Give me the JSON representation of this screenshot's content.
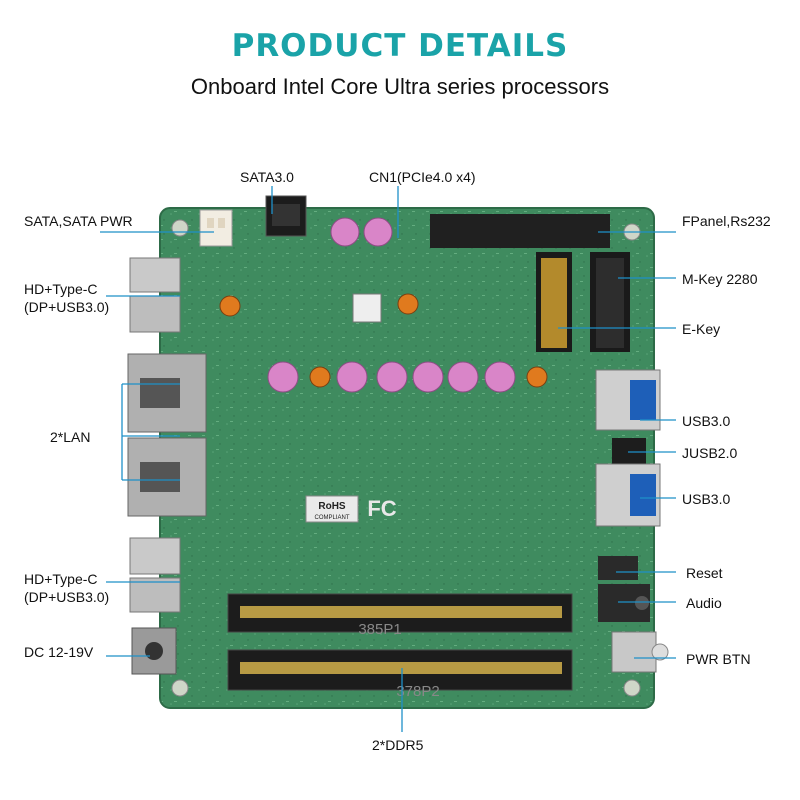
{
  "header": {
    "title": "PRODUCT DETAILS",
    "subtitle": "Onboard Intel Core Ultra series processors"
  },
  "callouts": {
    "sata30": "SATA3.0",
    "cn1": "CN1(PCIe4.0 x4)",
    "sata_pwr": "SATA,SATA PWR",
    "hd_typec_top_1": "HD+Type-C",
    "hd_typec_top_2": "(DP+USB3.0)",
    "lan": "2*LAN",
    "hd_typec_bottom_1": "HD+Type-C",
    "hd_typec_bottom_2": "(DP+USB3.0)",
    "dc": "DC 12-19V",
    "fpanel": "FPanel,Rs232",
    "mkey": "M-Key 2280",
    "ekey": "E-Key",
    "usb30_top": "USB3.0",
    "jusb20": "JUSB2.0",
    "usb30_bottom": "USB3.0",
    "reset": "Reset",
    "audio": "Audio",
    "pwr_btn": "PWR BTN",
    "ddr5": "2*DDR5"
  },
  "board_marks": {
    "rohs": "RoHS",
    "compliant": "COMPLIANT",
    "fc": "FC",
    "slot1": "385P1",
    "slot2": "378P2"
  },
  "colors": {
    "title": "#1aa3a8",
    "pcb": "#3e8a5e",
    "callout_line": "#1e90c8"
  }
}
